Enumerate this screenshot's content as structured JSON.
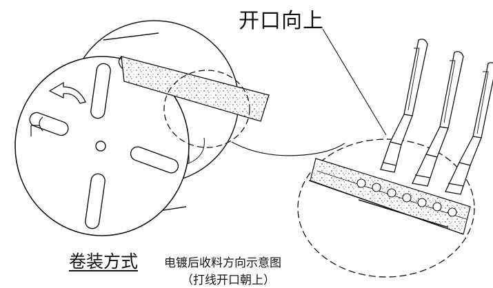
{
  "labels": {
    "opening_up": "开口向上",
    "reel_packing": "卷装方式",
    "description_line1": "电镀后收料方向示意图",
    "description_line2": "（打线开口朝上）"
  },
  "colors": {
    "ink": "#111111",
    "paper": "#ffffff"
  },
  "icons": {
    "rotation": "curved-arrow-icon"
  }
}
